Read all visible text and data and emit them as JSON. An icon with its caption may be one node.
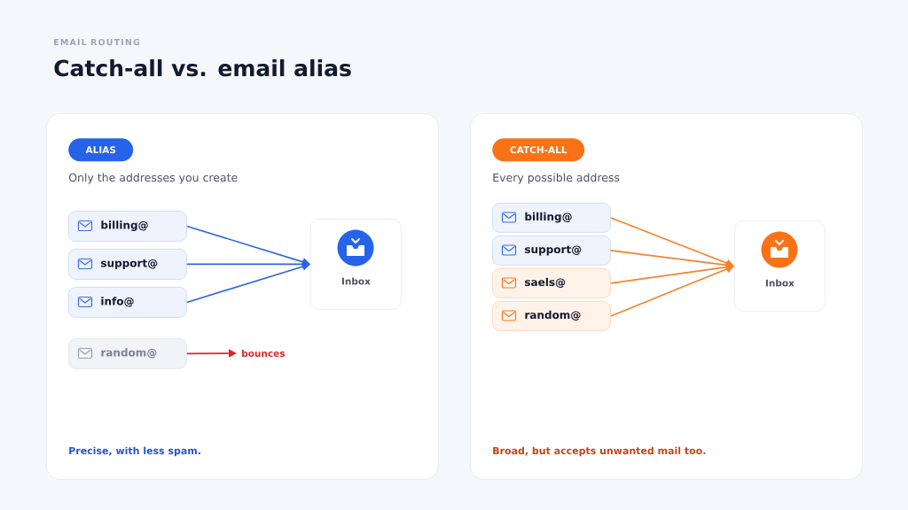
{
  "diagram": {
    "title": "Catch-all vs. email alias",
    "nodes": [
      {
        "text": [
          "Only the addresses you create",
          "Precise, with less spam."
        ]
      },
      {
        "text": [
          "ALIAS"
        ],
        "in": 0
      },
      {
        "text": [
          "billing@"
        ],
        "in": 0
      },
      {
        "text": [
          "support@"
        ],
        "in": 0
      },
      {
        "text": [
          "info@"
        ],
        "in": 0
      },
      {
        "text": [
          "random@"
        ],
        "in": 0
      },
      {
        "text": [
          "Inbox"
        ],
        "in": 0
      },
      {
        "text": [
          "bounces"
        ],
        "in": 0
      },
      {
        "text": [
          "Every possible address",
          "Broad, but accepts unwanted mail too."
        ]
      },
      {
        "text": [
          "CATCH-ALL"
        ],
        "in": 8
      },
      {
        "text": [
          "billing@"
        ],
        "in": 8
      },
      {
        "text": [
          "support@"
        ],
        "in": 8
      },
      {
        "text": [
          "saels@"
        ],
        "in": 8
      },
      {
        "text": [
          "random@"
        ],
        "in": 8
      },
      {
        "text": [
          "Inbox"
        ],
        "in": 8
      }
    ],
    "edges": [
      {
        "from": 2,
        "to": 6,
        "arrow": "to",
        "color": "#2f63e3"
      },
      {
        "from": 3,
        "to": 6,
        "arrow": "to",
        "color": "#2f63e3"
      },
      {
        "from": 4,
        "to": 6,
        "arrow": "to",
        "color": "#2f63e3"
      },
      {
        "from": 5,
        "to": 7,
        "arrow": "to",
        "color": "#e02424"
      },
      {
        "from": 10,
        "to": 14,
        "arrow": "to",
        "color": "#f5822a"
      },
      {
        "from": 11,
        "to": 14,
        "arrow": "to",
        "color": "#f5822a"
      },
      {
        "from": 12,
        "to": 14,
        "arrow": "to",
        "color": "#f5822a"
      },
      {
        "from": 13,
        "to": 14,
        "arrow": "to",
        "color": "#f5822a"
      }
    ],
    "labels": [
      "EMAIL ROUTING"
    ]
  }
}
